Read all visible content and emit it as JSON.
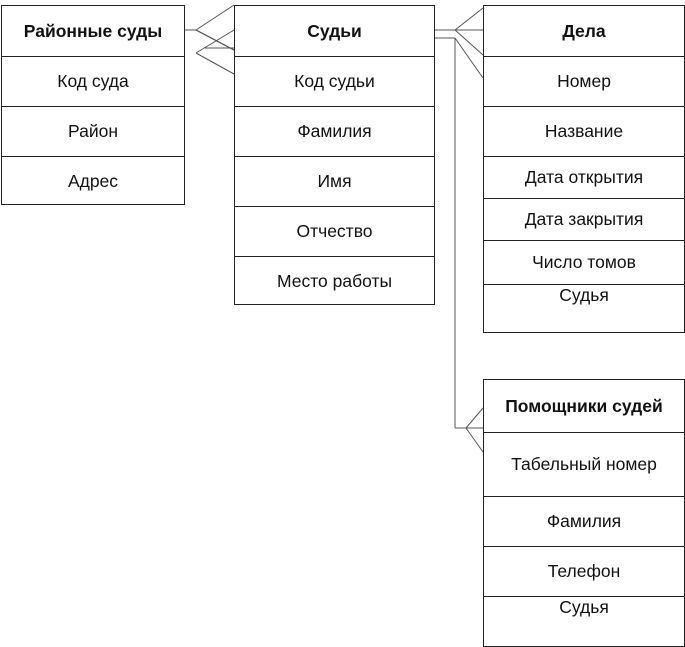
{
  "entities": {
    "courts": {
      "title": "Районные суды",
      "fields": [
        "Код суда",
        "Район",
        "Адрес"
      ]
    },
    "judges": {
      "title": "Судьи",
      "fields": [
        "Код судьи",
        "Фамилия",
        "Имя",
        "Отчество",
        "Место работы"
      ]
    },
    "cases": {
      "title": "Дела",
      "fields": [
        "Номер",
        "Название",
        "Дата открытия",
        "Дата закрытия",
        "Число томов",
        "Судья"
      ]
    },
    "assistants": {
      "title": "Помощники судей",
      "fields": [
        "Табельный номер",
        "Фамилия",
        "Телефон",
        "Судья"
      ]
    }
  },
  "relationships": [
    {
      "from": "courts",
      "to": "judges",
      "cardinality": "one-to-many"
    },
    {
      "from": "judges",
      "to": "cases",
      "cardinality": "one-to-many"
    },
    {
      "from": "judges",
      "to": "assistants",
      "cardinality": "one-to-many"
    }
  ]
}
